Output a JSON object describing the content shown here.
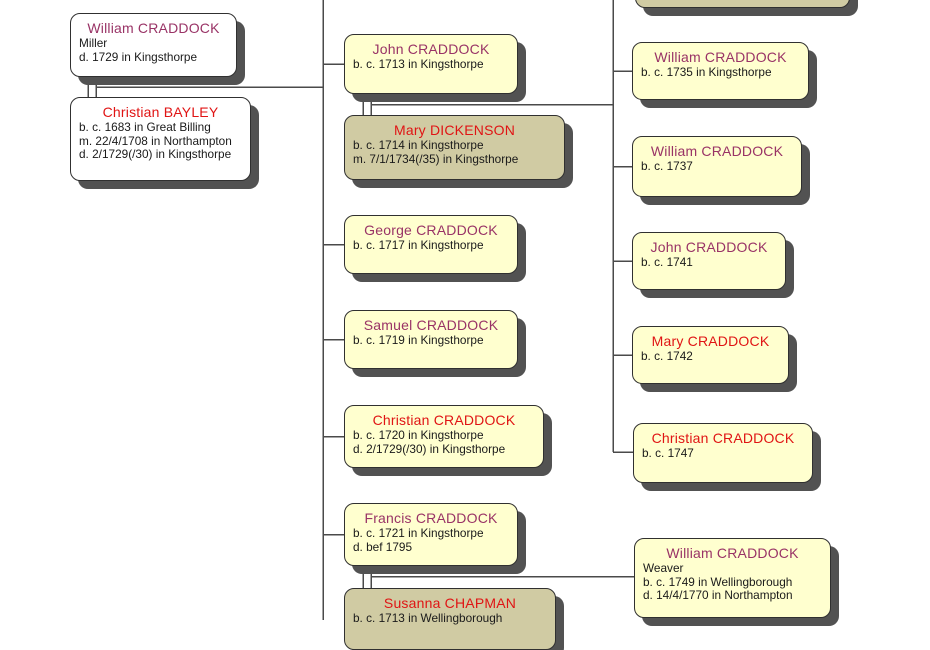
{
  "chart": {
    "type": "family-tree-descendant-chart",
    "colors": {
      "male_name": "#993366",
      "female_name": "#E01414",
      "descendant_box_fill": "#FFFFCF",
      "spouse_box_fill": "#D0CBA3",
      "root_couple_box_fill": "#FFFFFF",
      "box_border": "#303030",
      "box_shadow": "#525252",
      "connector_line": "#4A4A4A"
    },
    "people": [
      {
        "name": "William CRADDOCK",
        "gender": "male",
        "lines": [
          "Miller",
          "d. 1729 in Kingsthorpe"
        ]
      },
      {
        "name": "Christian BAYLEY",
        "gender": "female",
        "lines": [
          "b. c. 1683 in Great Billing",
          "m. 22/4/1708 in Northampton",
          "d. 2/1729(/30) in Kingsthorpe"
        ]
      },
      {
        "name": "John CRADDOCK",
        "gender": "male",
        "lines": [
          "b. c. 1713 in Kingsthorpe"
        ]
      },
      {
        "name": "Mary DICKENSON",
        "gender": "female",
        "lines": [
          "b. c. 1714 in Kingsthorpe",
          "m. 7/1/1734(/35) in Kingsthorpe"
        ]
      },
      {
        "name": "George CRADDOCK",
        "gender": "male",
        "lines": [
          "b. c. 1717 in Kingsthorpe"
        ]
      },
      {
        "name": "Samuel CRADDOCK",
        "gender": "male",
        "lines": [
          "b. c. 1719 in Kingsthorpe"
        ]
      },
      {
        "name": "Christian CRADDOCK",
        "gender": "female",
        "lines": [
          "b. c. 1720 in Kingsthorpe",
          "d. 2/1729(/30) in Kingsthorpe"
        ]
      },
      {
        "name": "Francis CRADDOCK",
        "gender": "male",
        "lines": [
          "b. c. 1721 in Kingsthorpe",
          "d. bef 1795"
        ]
      },
      {
        "name": "Susanna CHAPMAN",
        "gender": "female",
        "lines": [
          "b. c. 1713 in Wellingborough"
        ]
      },
      {
        "name": "",
        "gender": "",
        "lines": []
      },
      {
        "name": "William CRADDOCK",
        "gender": "male",
        "lines": [
          "b. c. 1735 in Kingsthorpe"
        ]
      },
      {
        "name": "William CRADDOCK",
        "gender": "male",
        "lines": [
          "b. c. 1737"
        ]
      },
      {
        "name": "John CRADDOCK",
        "gender": "male",
        "lines": [
          "b. c. 1741"
        ]
      },
      {
        "name": "Mary CRADDOCK",
        "gender": "female",
        "lines": [
          "b. c. 1742"
        ]
      },
      {
        "name": "Christian CRADDOCK",
        "gender": "female",
        "lines": [
          "b. c. 1747"
        ]
      },
      {
        "name": "William CRADDOCK",
        "gender": "male",
        "lines": [
          "Weaver",
          "b. c. 1749 in Wellingborough",
          "d. 14/4/1770 in Northampton"
        ]
      }
    ]
  }
}
